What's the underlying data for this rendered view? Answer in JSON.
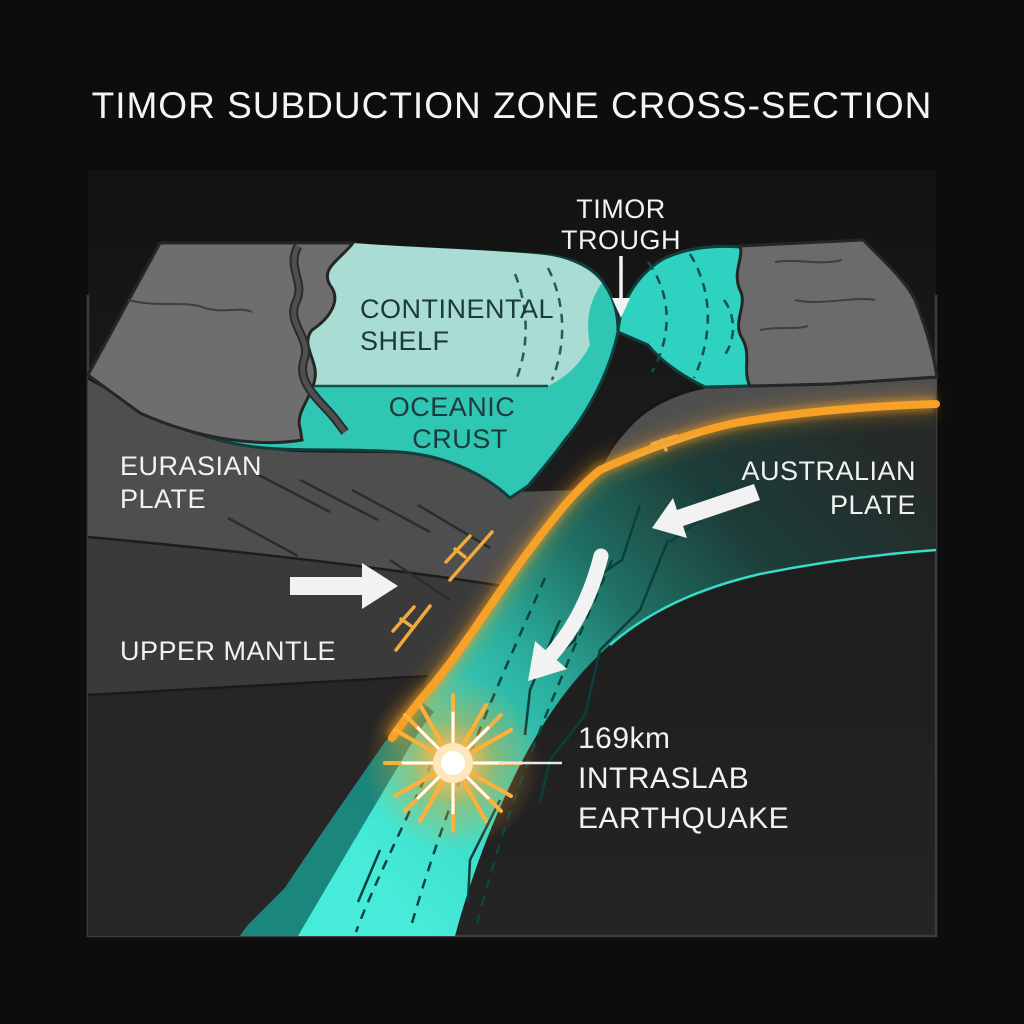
{
  "title": "TIMOR SUBDUCTION ZONE CROSS-SECTION",
  "labels": {
    "timor_trough": [
      "TIMOR",
      "TROUGH"
    ],
    "continental_shelf": [
      "CONTINENTAL",
      "SHELF"
    ],
    "oceanic_crust": [
      "OCEANIC",
      "CRUST"
    ],
    "eurasian_plate": [
      "EURASIAN",
      "PLATE"
    ],
    "australian_plate": [
      "AUSTRALIAN",
      "PLATE"
    ],
    "upper_mantle": "UPPER MANTLE",
    "earthquake": [
      "169km",
      "INTRASLAB",
      "EARTHQUAKE"
    ]
  },
  "colors": {
    "background": "#0d0d0d",
    "box_interior": "#1f1f1f",
    "box_border": "#3c3c3c",
    "land_gray": "#6e6e6e",
    "shelf_teal": "#a9dcd3",
    "oceanic_crust_teal": "#2fc7b4",
    "sea_teal": "#2fd2c0",
    "slab_bright_teal": "#41e8d4",
    "slab_edge_teal": "#187d74",
    "megathrust_orange": "#f7a226",
    "eurasian_band": "#4e4e4e",
    "upper_mantle_band": "#3a3a3a",
    "deep_band": "#272727",
    "label_white": "#f2f2f2",
    "label_dark": "#1c3a37",
    "earthquake_core": "#ffffff"
  }
}
